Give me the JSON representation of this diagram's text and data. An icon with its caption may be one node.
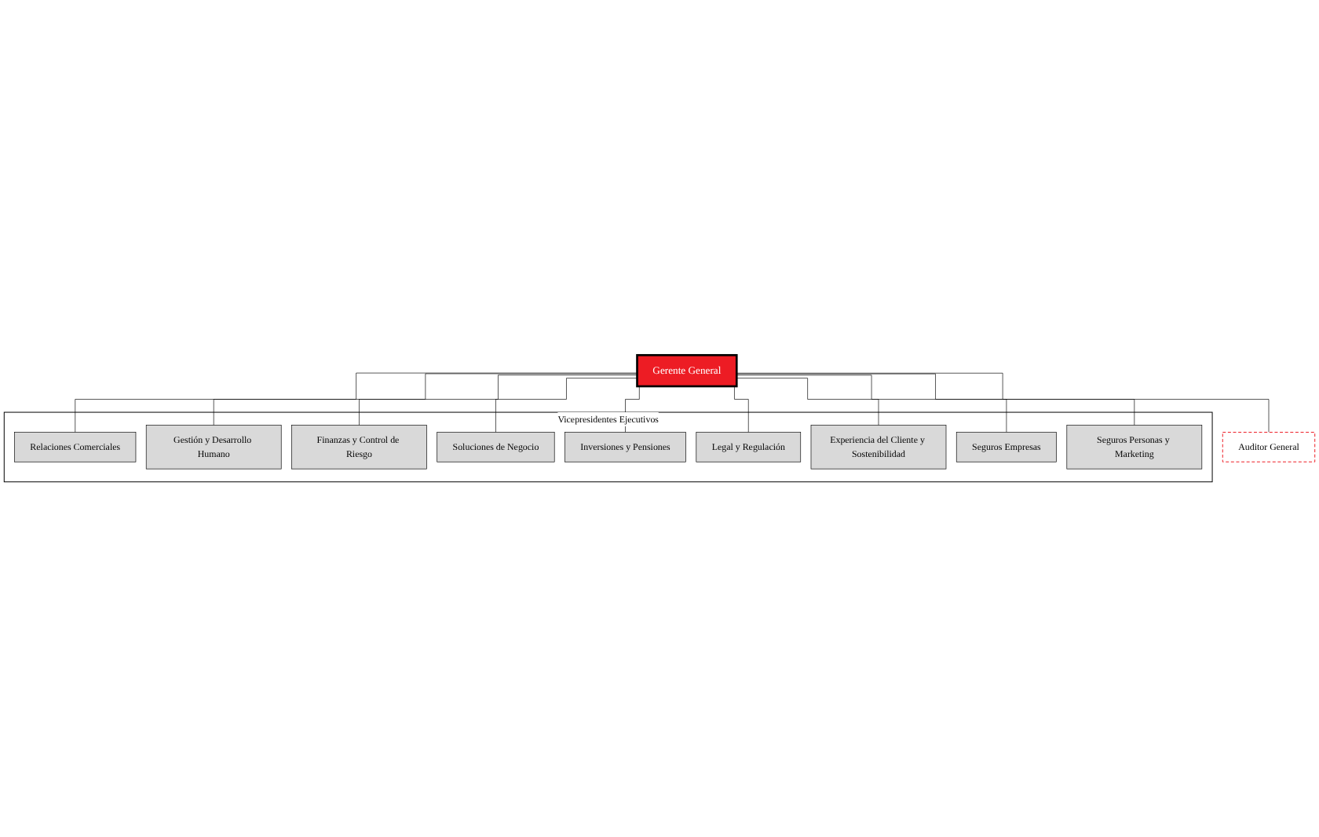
{
  "diagram": {
    "nodes": [
      {
        "text": [
          "Gerente General"
        ]
      },
      {
        "text": [
          "Auditor General"
        ]
      },
      {
        "text": [
          "Vicepresidentes Ejecutivos"
        ]
      },
      {
        "text": [
          "Relaciones Comerciales"
        ],
        "in": 2
      },
      {
        "text": [
          "Gestión y Desarrollo Humano"
        ],
        "in": 2
      },
      {
        "text": [
          "Finanzas y Control de Riesgo"
        ],
        "in": 2
      },
      {
        "text": [
          "Soluciones de Negocio"
        ],
        "in": 2
      },
      {
        "text": [
          "Inversiones y Pensiones"
        ],
        "in": 2
      },
      {
        "text": [
          "Legal y Regulación"
        ],
        "in": 2
      },
      {
        "text": [
          "Experiencia del Cliente y Sostenibilidad"
        ],
        "in": 2
      },
      {
        "text": [
          "Seguros Empresas"
        ],
        "in": 2
      },
      {
        "text": [
          "Seguros Personas y Marketing"
        ],
        "in": 2
      }
    ],
    "edges": [
      {
        "from": 0,
        "to": 1,
        "arrow": "none"
      },
      {
        "from": 0,
        "to": 3,
        "arrow": "none"
      },
      {
        "from": 0,
        "to": 4,
        "arrow": "none"
      },
      {
        "from": 0,
        "to": 5,
        "arrow": "none"
      },
      {
        "from": 0,
        "to": 6,
        "arrow": "none"
      },
      {
        "from": 0,
        "to": 7,
        "arrow": "none"
      },
      {
        "from": 0,
        "to": 8,
        "arrow": "none"
      },
      {
        "from": 0,
        "to": 9,
        "arrow": "none"
      },
      {
        "from": 0,
        "to": 10,
        "arrow": "none"
      },
      {
        "from": 0,
        "to": 11,
        "arrow": "none"
      }
    ]
  }
}
